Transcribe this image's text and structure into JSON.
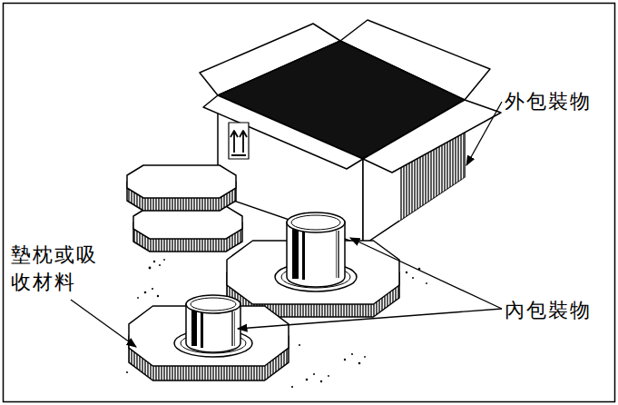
{
  "diagram": {
    "labels": [
      "外包裝物",
      "墊枕或吸 收材料",
      "內包裝物"
    ]
  }
}
